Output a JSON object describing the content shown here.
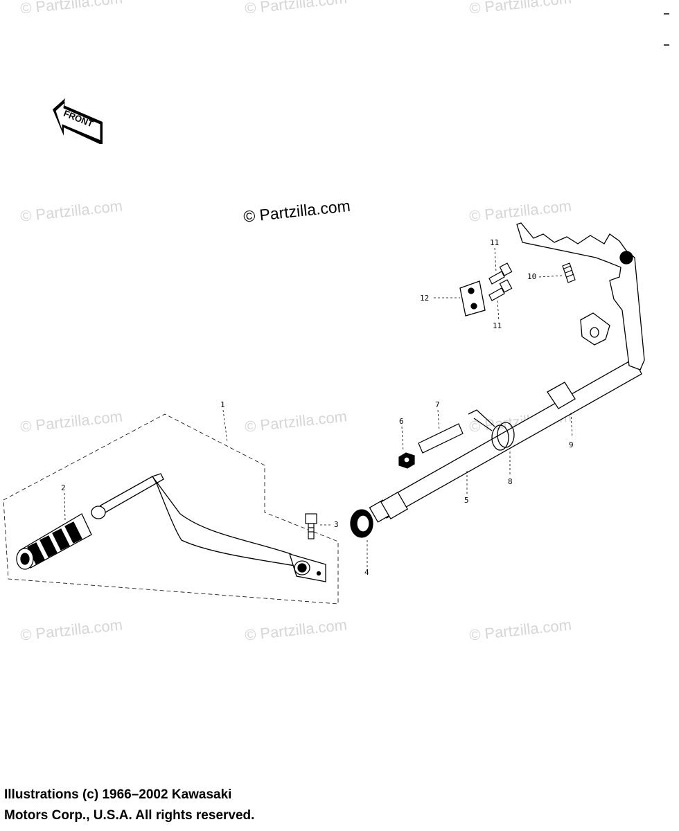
{
  "watermark": "© Partzilla.com",
  "watermark_main": "© Partzilla.com",
  "front_arrow_label": "FRONT",
  "part_labels": [
    {
      "id": "p1",
      "text": "1"
    },
    {
      "id": "p2",
      "text": "2"
    },
    {
      "id": "p3",
      "text": "3"
    },
    {
      "id": "p4",
      "text": "4"
    },
    {
      "id": "p5",
      "text": "5"
    },
    {
      "id": "p6",
      "text": "6"
    },
    {
      "id": "p7",
      "text": "7"
    },
    {
      "id": "p8",
      "text": "8"
    },
    {
      "id": "p9",
      "text": "9"
    },
    {
      "id": "p10",
      "text": "10"
    },
    {
      "id": "p11a",
      "text": "11"
    },
    {
      "id": "p11b",
      "text": "11"
    },
    {
      "id": "p12",
      "text": "12"
    }
  ],
  "copyright": {
    "line1": "Illustrations (c) 1966–2002 Kawasaki",
    "line2": "Motors Corp., U.S.A.  All rights reserved."
  }
}
